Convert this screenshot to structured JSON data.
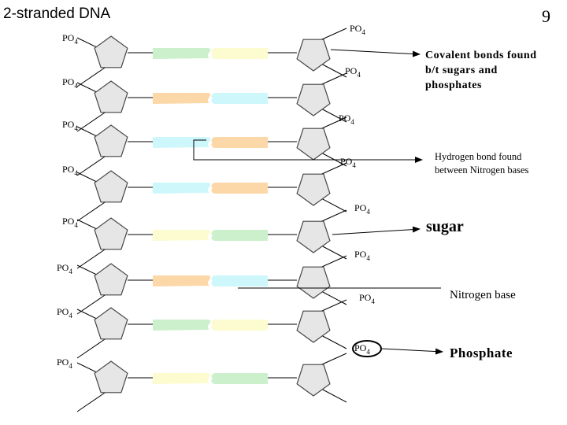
{
  "title": "2-stranded DNA",
  "page_number": "9",
  "phosphate_label": "PO",
  "phosphate_subscript": "4",
  "colors": {
    "green": "#ccf0cc",
    "yellow": "#fcfcd0",
    "orange": "#fcd7a8",
    "cyan": "#cdf7fb",
    "sugar_fill": "#e6e6e6",
    "outline": "#444444"
  },
  "base_pairs": [
    {
      "left": "green",
      "right": "yellow"
    },
    {
      "left": "orange",
      "right": "cyan"
    },
    {
      "left": "cyan",
      "right": "orange"
    },
    {
      "left": "cyan",
      "right": "orange"
    },
    {
      "left": "yellow",
      "right": "green"
    },
    {
      "left": "orange",
      "right": "cyan"
    },
    {
      "left": "green",
      "right": "yellow"
    },
    {
      "left": "yellow",
      "right": "green"
    }
  ],
  "annotations": {
    "covalent_line1": "Covalent bonds found",
    "covalent_line2": "b/t sugars and",
    "covalent_line3": "phosphates",
    "hydrogen_line1": "Hydrogen bond found",
    "hydrogen_line2": "between Nitrogen bases",
    "sugar": "sugar",
    "nitrogen_base": "Nitrogen base",
    "phosphate": "Phosphate"
  }
}
